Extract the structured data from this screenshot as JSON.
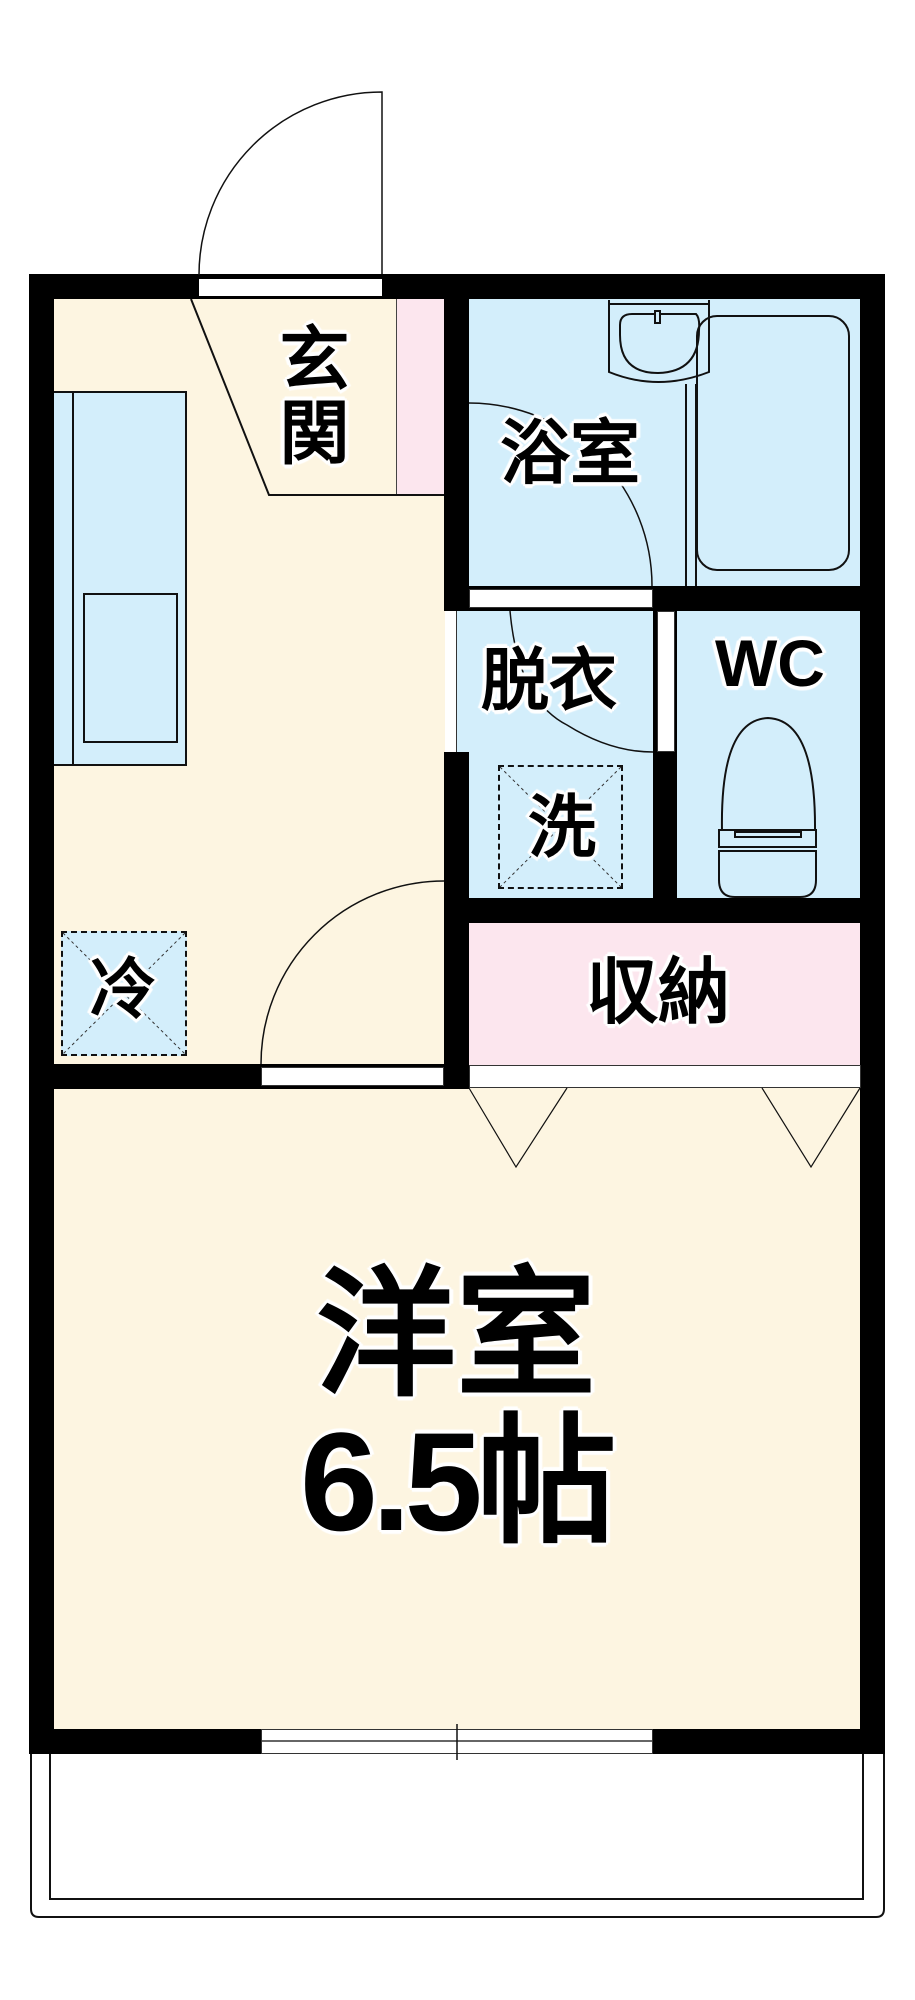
{
  "floorplan": {
    "colors": {
      "wall": "#000000",
      "living_floor": "#fdf5e1",
      "wet_area": "#d3eefb",
      "storage": "#fce6ee",
      "background": "#ffffff"
    },
    "rooms": {
      "entrance": {
        "label": "玄関"
      },
      "bathroom": {
        "label": "浴室"
      },
      "dressing": {
        "label": "脱衣"
      },
      "washer": {
        "label": "洗"
      },
      "toilet": {
        "label": "WC"
      },
      "fridge": {
        "label": "冷"
      },
      "storage": {
        "label": "収納"
      },
      "western_room": {
        "label": "洋室",
        "size": "6.5帖"
      }
    }
  }
}
